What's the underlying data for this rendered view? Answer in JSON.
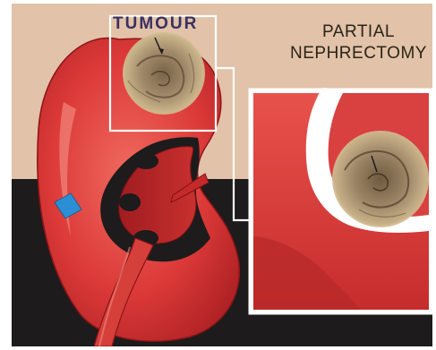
{
  "labels": {
    "tumour": "TUMOUR",
    "procedure_line1": "PARTIAL",
    "procedure_line2": "NEPHRECTOMY"
  },
  "colors": {
    "background_top": "#e2c2a8",
    "background_bottom": "#1d1b1c",
    "kidney_red": "#dc3a38",
    "kidney_dark": "#9e1a1e",
    "kidney_highlight": "#f28a7e",
    "tumour_brown": "#8b7355",
    "callout_box": "#ffffff",
    "ureter_blue": "#2c8fd4",
    "label_purple": "#3a3060"
  }
}
